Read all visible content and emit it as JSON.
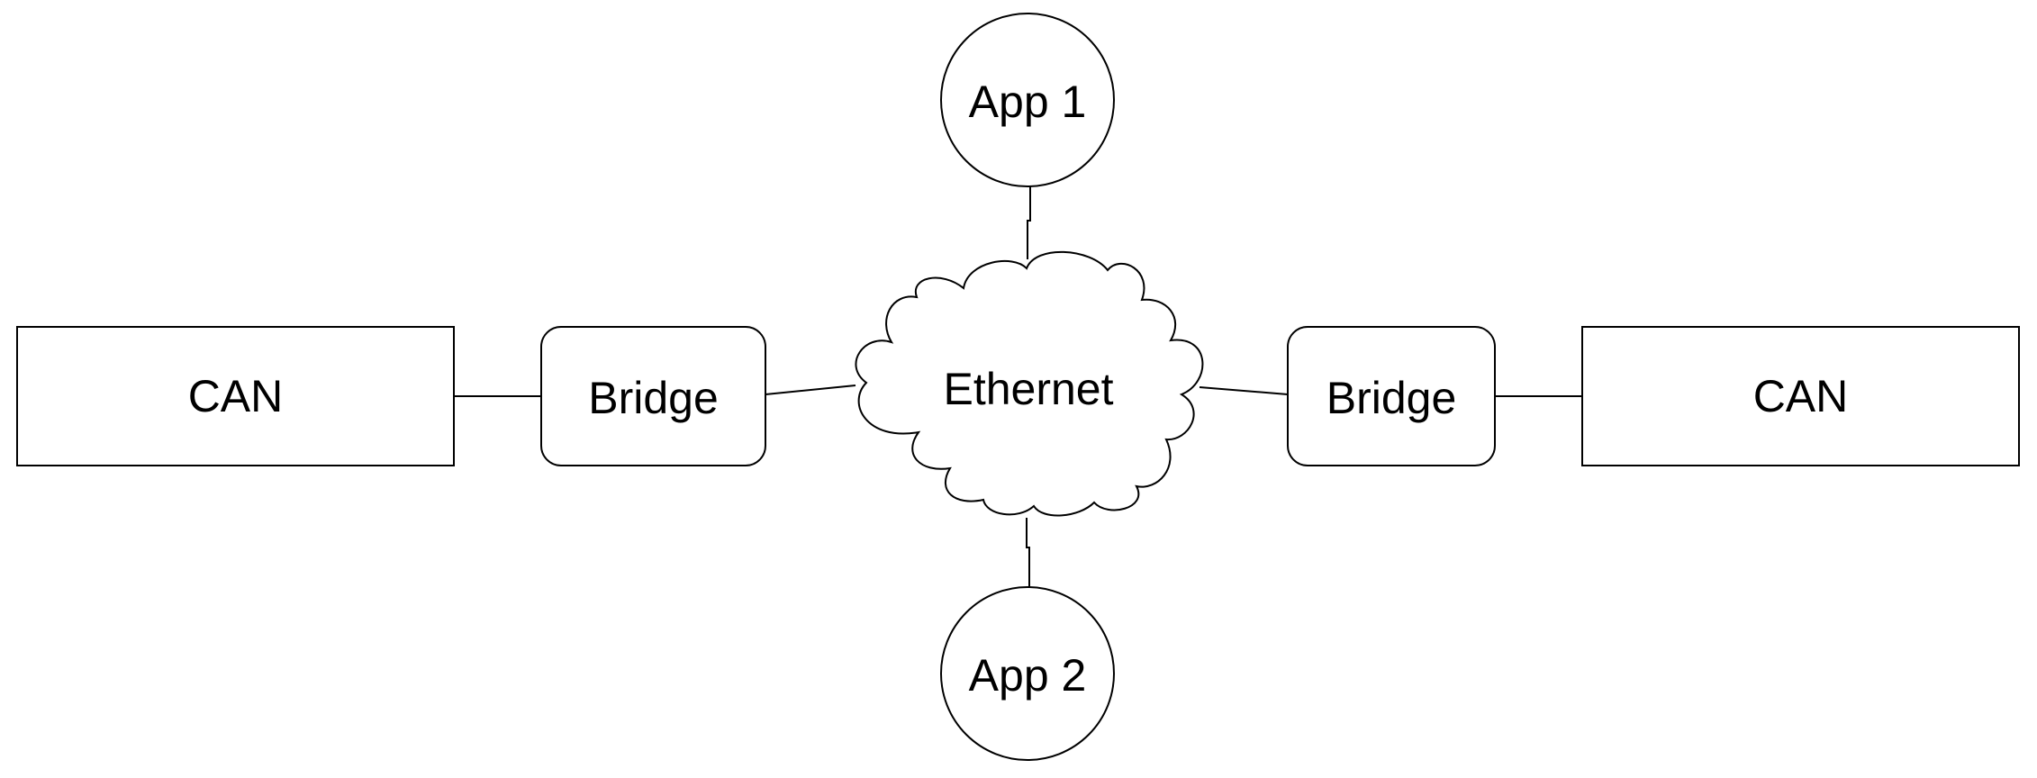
{
  "diagram": {
    "nodes": {
      "can_left": {
        "label": "CAN",
        "shape": "rectangle"
      },
      "bridge_left": {
        "label": "Bridge",
        "shape": "rounded-rectangle"
      },
      "ethernet": {
        "label": "Ethernet",
        "shape": "cloud"
      },
      "bridge_right": {
        "label": "Bridge",
        "shape": "rounded-rectangle"
      },
      "can_right": {
        "label": "CAN",
        "shape": "rectangle"
      },
      "app1": {
        "label": "App 1",
        "shape": "circle"
      },
      "app2": {
        "label": "App 2",
        "shape": "circle"
      }
    },
    "edges": [
      {
        "from": "can_left",
        "to": "bridge_left"
      },
      {
        "from": "bridge_left",
        "to": "ethernet"
      },
      {
        "from": "ethernet",
        "to": "bridge_right"
      },
      {
        "from": "bridge_right",
        "to": "can_right"
      },
      {
        "from": "app1",
        "to": "ethernet"
      },
      {
        "from": "ethernet",
        "to": "app2"
      }
    ]
  }
}
